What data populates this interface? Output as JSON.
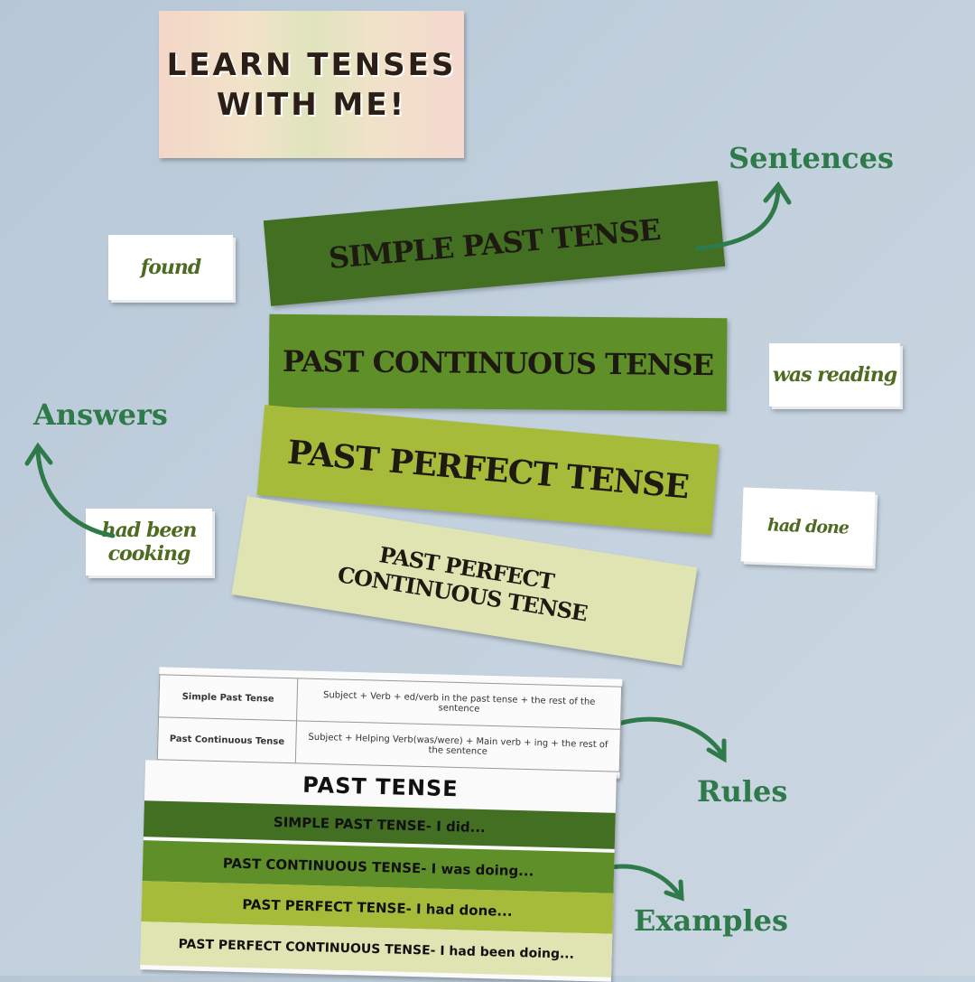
{
  "title_card": {
    "line1": "LEARN TENSES",
    "line2": "WITH ME!"
  },
  "tense_strips": [
    {
      "label": "SIMPLE  PAST TENSE",
      "color": "#426f22"
    },
    {
      "label": "PAST CONTINUOUS TENSE",
      "color": "#5f8f28"
    },
    {
      "label": "PAST PERFECT TENSE",
      "color": "#a7bb3a"
    },
    {
      "label": "PAST PERFECT CONTINUOUS TENSE",
      "color": "#dfe4b2"
    }
  ],
  "answer_cards": [
    "found",
    "was reading",
    "had been cooking",
    "had done"
  ],
  "annotations": {
    "sentences": "Sentences",
    "answers": "Answers",
    "rules": "Rules",
    "examples": "Examples",
    "color": "#2f7a4a"
  },
  "rules_table": {
    "rows": [
      {
        "tense": "Simple Past Tense",
        "rule": "Subject + Verb + ed/verb in the past tense + the rest of the sentence"
      },
      {
        "tense": "Past Continuous Tense",
        "rule": "Subject + Helping Verb(was/were) + Main verb + ing + the rest of the sentence"
      }
    ]
  },
  "examples_sheet": {
    "heading": "PAST TENSE",
    "rows": [
      {
        "text": "SIMPLE PAST TENSE- I did...",
        "color": "#426f22"
      },
      {
        "text": "PAST CONTINUOUS TENSE- I was doing...",
        "color": "#5f8f28"
      },
      {
        "text": "PAST PERFECT TENSE- I had done...",
        "color": "#a7bb3a"
      },
      {
        "text": "PAST PERFECT CONTINUOUS TENSE- I had been doing...",
        "color": "#dfe4b2"
      }
    ]
  }
}
